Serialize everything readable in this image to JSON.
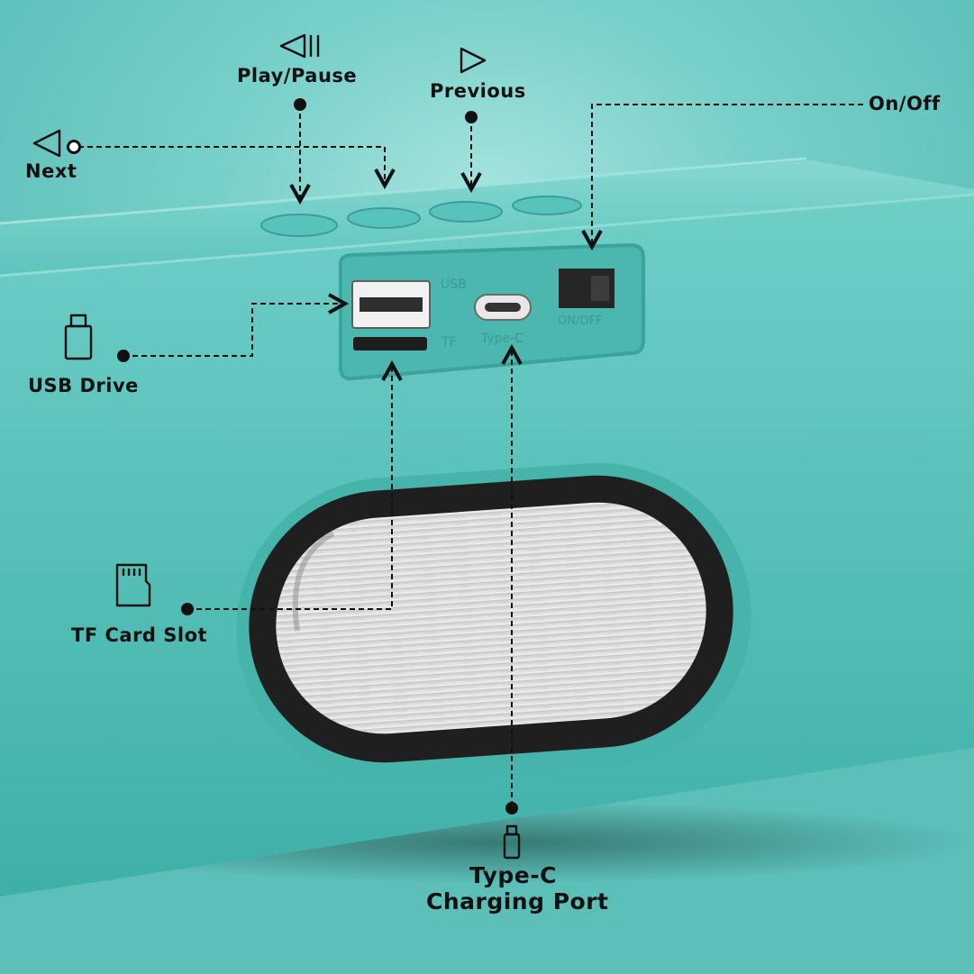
{
  "callouts": {
    "play_pause": "Play/Pause",
    "previous": "Previous",
    "next": "Next",
    "on_off": "On/Off",
    "usb_drive": "USB Drive",
    "tf_card_slot": "TF Card Slot",
    "type_c_line1": "Type-C",
    "type_c_line2": "Charging Port"
  },
  "panel_labels": {
    "usb": "USB",
    "tf": "TF",
    "type_c": "Type-C",
    "on_off": "ON/OFF"
  },
  "icons": {
    "play_pause": "play-pause-icon",
    "previous": "play-right-icon",
    "next": "play-left-icon",
    "usb_drive": "usb-drive-icon",
    "tf_card": "sd-card-icon",
    "type_c": "usb-c-plug-icon"
  },
  "colors": {
    "body": "#4fbdb5",
    "body_dark": "#3fa9a1",
    "grille_ring": "#1f1f1f",
    "grille_fill": "#d9d9d9",
    "line": "#111111"
  }
}
